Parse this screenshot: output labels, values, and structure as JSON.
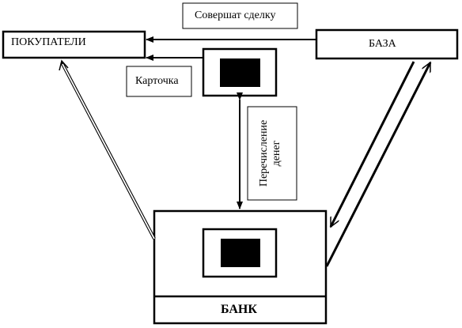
{
  "nodes": {
    "buyers": "ПОКУПАТЕЛИ",
    "base": "БАЗА",
    "bank": "БАНК"
  },
  "labels": {
    "deal": "Совершат сделку",
    "card": "Карточка",
    "transfer_line1": "Перечисление",
    "transfer_line2": "денег"
  }
}
